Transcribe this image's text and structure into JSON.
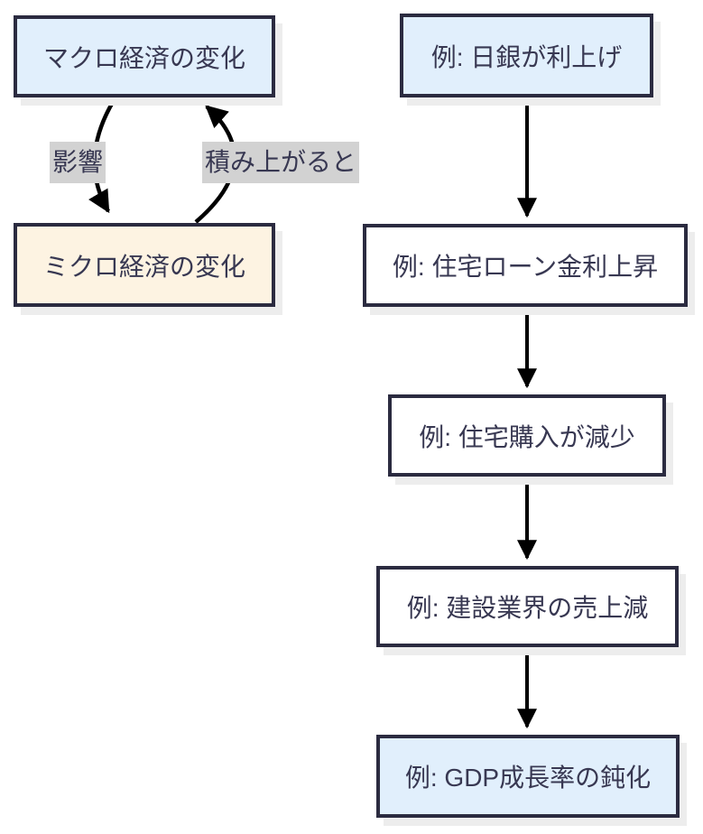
{
  "colors": {
    "border": "#2b2b40",
    "text": "#383852",
    "blue_fill": "#e1effc",
    "cream_fill": "#fdf3e2",
    "white_fill": "#ffffff",
    "label_bg": "#d2d2d2",
    "shadow": "#ededed",
    "arrow": "#000000"
  },
  "cycle": {
    "macro_label": "マクロ経済の変化",
    "micro_label": "ミクロ経済の変化",
    "edge_influence_label": "影響",
    "edge_accumulate_label": "積み上がると"
  },
  "chain": {
    "steps": [
      {
        "label": "例: 日銀が利上げ"
      },
      {
        "label": "例: 住宅ローン金利上昇"
      },
      {
        "label": "例: 住宅購入が減少"
      },
      {
        "label": "例: 建設業界の売上減"
      },
      {
        "label": "例: GDP成長率の鈍化"
      }
    ]
  }
}
